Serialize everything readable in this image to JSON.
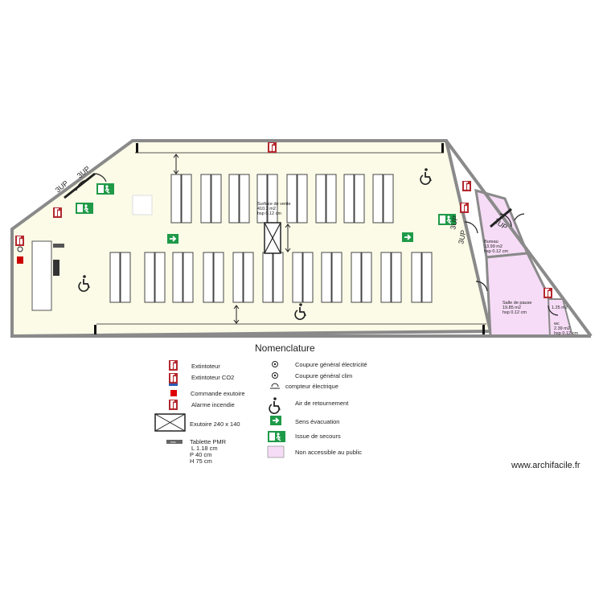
{
  "plan": {
    "rooms": {
      "sales": {
        "name": "Surface de vente",
        "area": "410.2 m2",
        "height": "hsp 0.12 cm"
      },
      "office": {
        "name": "Bureau",
        "area": "13.99 m2",
        "height": "hsp 0.12 cm"
      },
      "break_room": {
        "name": "Salle de pause",
        "area": "19.85 m2",
        "height": "hsp 0.12 cm"
      },
      "wc": {
        "name": "wc",
        "area": "2.39 m2",
        "height": "hsp 0.12 cm"
      }
    },
    "door_labels": [
      "3UP",
      "3UP",
      "2UP",
      "3UP",
      "3UP"
    ],
    "small_label": "1.25 m2",
    "colors": {
      "sales_fill": "#fbfbe8",
      "restricted_fill": "#f6dcf6",
      "wall": "#888888",
      "exit_green": "#1f9a48",
      "fire_red": "#b4282e"
    }
  },
  "legend": {
    "title": "Nomenclature",
    "items_left": [
      {
        "icon": "extinguisher-icon",
        "label": "Extintoteur"
      },
      {
        "icon": "extinguisher-co2-icon",
        "label": "Extintoteur CO2"
      },
      {
        "icon": "smoke-vent-control-icon",
        "label": "Commande exutoire"
      },
      {
        "icon": "fire-alarm-icon",
        "label": "Alarme incendie"
      },
      {
        "icon": "smoke-vent-icon",
        "label": "Exutoire 240 x 140"
      }
    ],
    "pmr": {
      "title": "Tablette PMR",
      "lines": [
        "L 1.18 cm",
        "P 40 cm",
        "H 75 cm"
      ],
      "badge": "PMR"
    },
    "items_right": [
      {
        "icon": "electric-cutoff-icon",
        "label": "Coupure général électricité"
      },
      {
        "icon": "hvac-cutoff-icon",
        "label": "Coupure général clim"
      },
      {
        "icon": "electric-meter-icon",
        "label": "compteur électrique"
      },
      {
        "icon": "return-air-icon",
        "label": "Air de retournement"
      },
      {
        "icon": "evacuation-arrow-icon",
        "label": "Sens évacuation"
      },
      {
        "icon": "emergency-exit-icon",
        "label": "Issue de secours"
      },
      {
        "icon": "restricted-area-swatch",
        "label": "Non accessible au public"
      }
    ]
  },
  "watermark": "www.archifacile.fr"
}
